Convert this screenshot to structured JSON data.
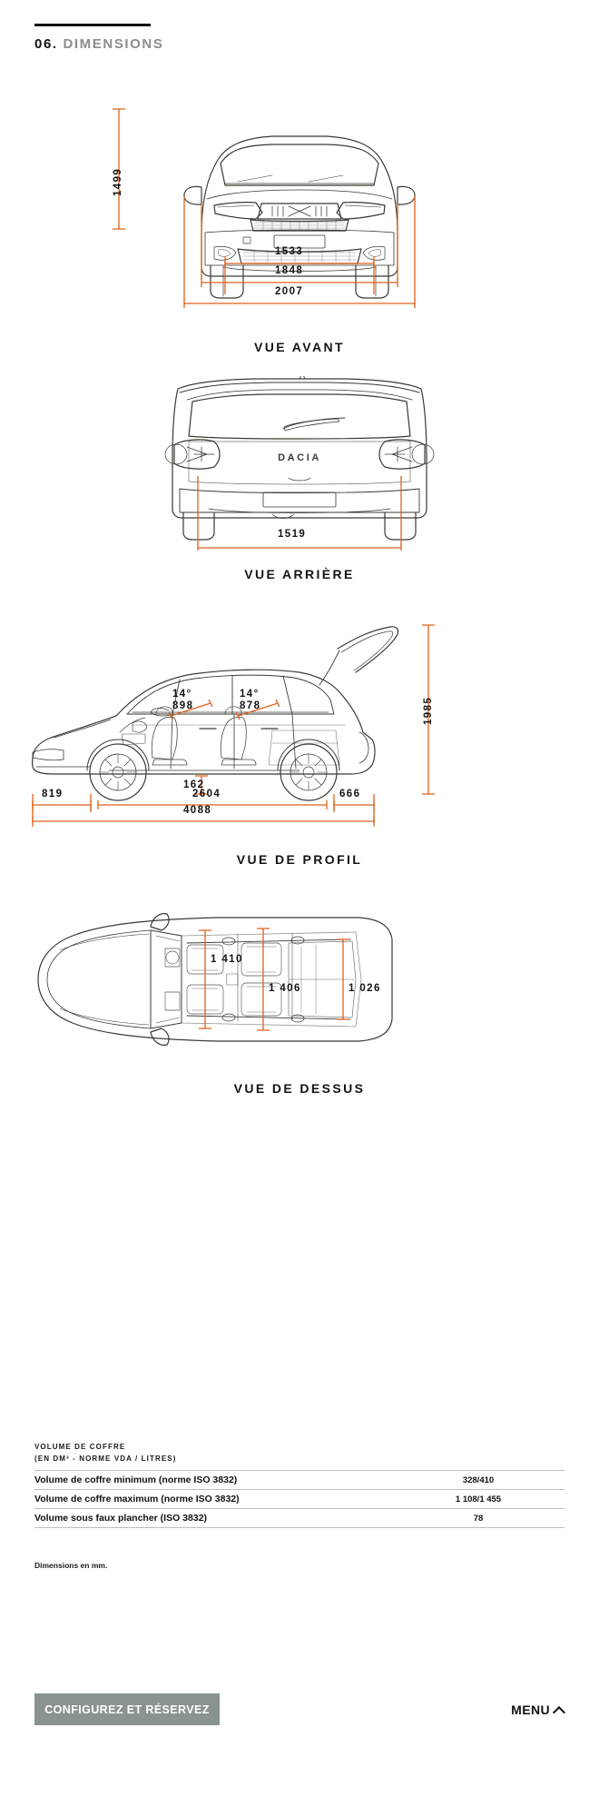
{
  "header": {
    "number": "06.",
    "label": "DIMENSIONS",
    "rule_color": "#111111",
    "label_color": "#8c8c8c"
  },
  "accent_color": "#E0601A",
  "line_color": "#3a3a33",
  "views": [
    {
      "id": "front",
      "caption": "VUE AVANT",
      "dims": {
        "height": "1499",
        "track": "1533",
        "width_mirrors_folded": "1848",
        "width_mirrors": "2007"
      }
    },
    {
      "id": "rear",
      "caption": "VUE ARRIÈRE",
      "badge": "DACIA",
      "dims": {
        "rear_track": "1519"
      }
    },
    {
      "id": "profile",
      "caption": "VUE DE PROFIL",
      "dims": {
        "front_angle": "14°",
        "front_headroom": "898",
        "rear_angle": "14°",
        "rear_headroom": "878",
        "ground_clearance": "162",
        "front_overhang": "819",
        "wheelbase": "2604",
        "rear_overhang": "666",
        "total_length": "4088",
        "height_open_tailgate": "1985"
      }
    },
    {
      "id": "top",
      "caption": "VUE DE DESSUS",
      "dims": {
        "front_width": "1 410",
        "mid_width": "1 406",
        "rear_width": "1 026"
      }
    }
  ],
  "table": {
    "title": "VOLUME DE COFFRE",
    "subtitle": "(EN DM³ - NORME VDA / LITRES)",
    "rows": [
      {
        "label": "Volume de coffre minimum (norme ISO 3832)",
        "value": "328/410"
      },
      {
        "label": "Volume de coffre maximum (norme ISO 3832)",
        "value": "1 108/1 455"
      },
      {
        "label": "Volume sous faux plancher (ISO 3832)",
        "value": "78"
      }
    ]
  },
  "note": "Dimensions en mm.",
  "footer": {
    "cta_label": "CONFIGUREZ ET RÉSERVEZ",
    "cta_color": "#8a938e",
    "menu_label": "MENU"
  }
}
